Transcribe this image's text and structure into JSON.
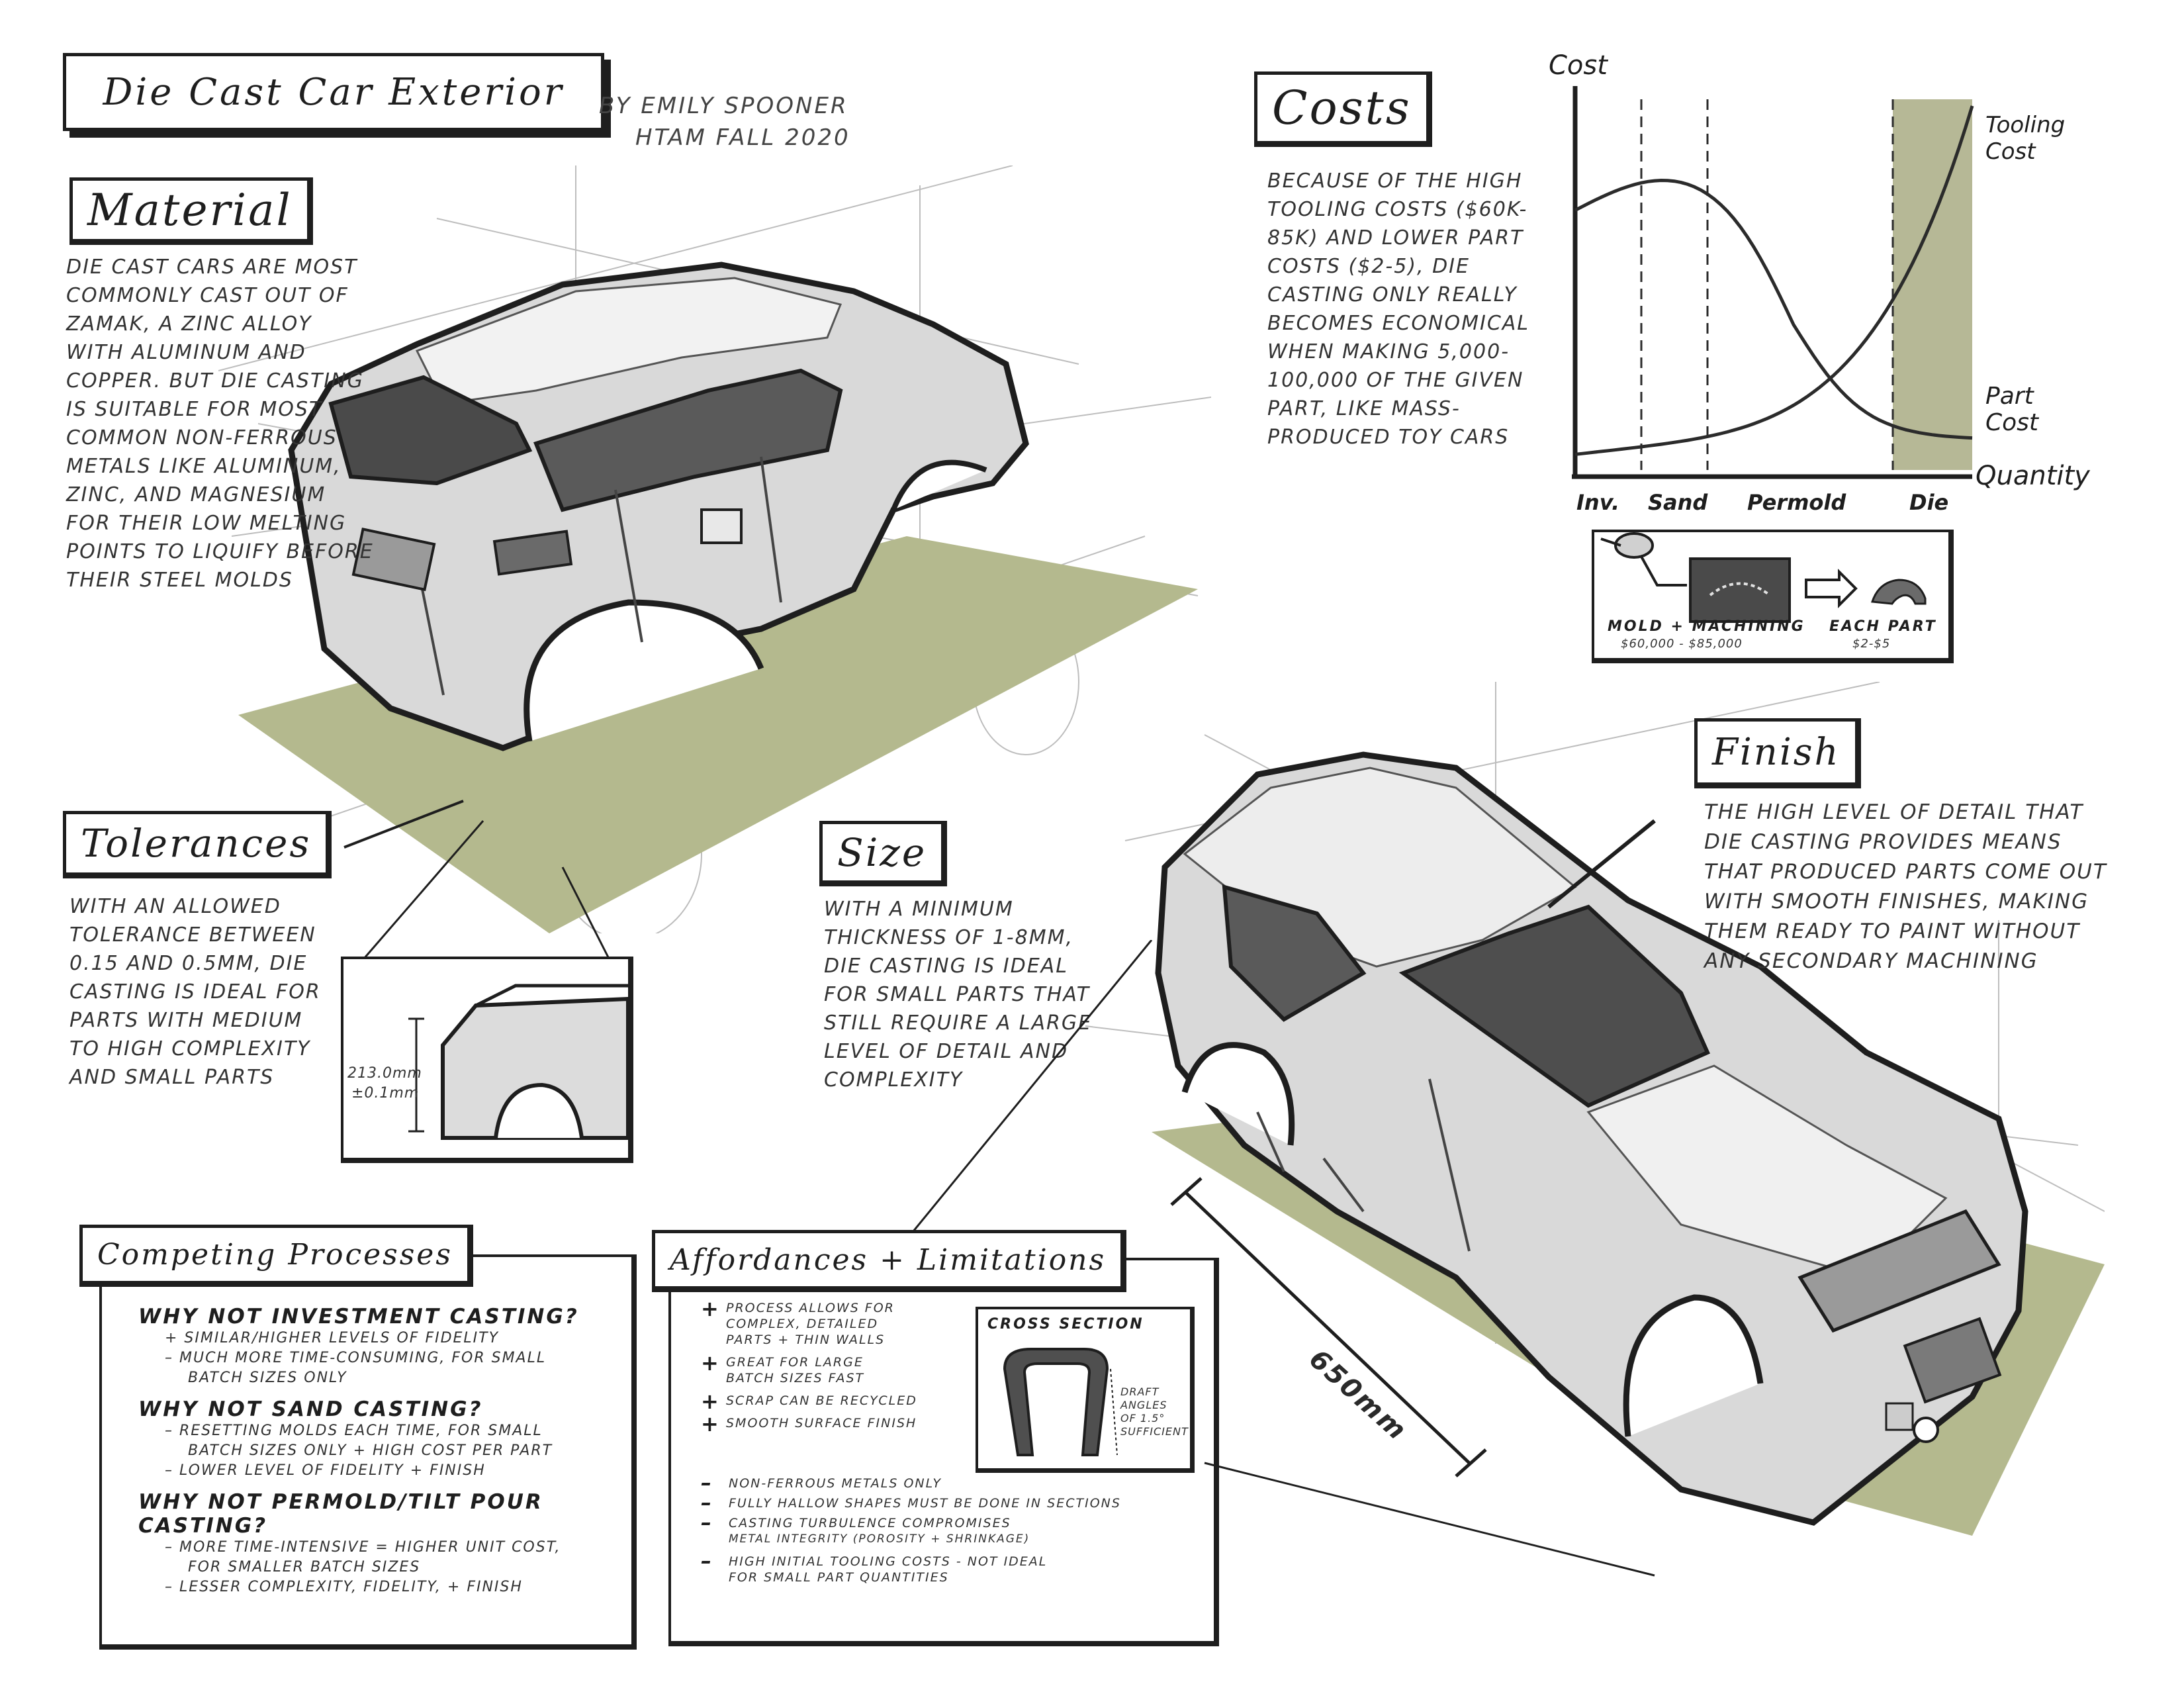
{
  "header": {
    "title": "Die Cast Car Exterior",
    "author": "By Emily Spooner",
    "course": "HTAM Fall 2020"
  },
  "material": {
    "heading": "Material",
    "text": "Die cast cars are most commonly cast out of Zamak, a zinc alloy with aluminum and copper. But die casting is suitable for most common non-ferrous metals like aluminum, zinc, and magnesium for their low melting points to liquify before their steel molds"
  },
  "tolerances": {
    "heading": "Tolerances",
    "text": "With an allowed tolerance between 0.15 and 0.5mm, die casting is ideal for parts with medium to high complexity and small parts",
    "dimension_value": "213.0mm",
    "dimension_tol": "±0.1mm"
  },
  "size": {
    "heading": "Size",
    "text": "With a minimum thickness of 1-8mm, die casting is ideal for small parts that still require a large level of detail and complexity"
  },
  "costs": {
    "heading": "Costs",
    "text": "Because of the high tooling costs ($60k-85k) and lower part costs ($2-5), die casting only really becomes economical when making 5,000-100,000 of the given part, like mass-produced toy cars"
  },
  "chart_data": {
    "type": "line",
    "ylabel": "Cost",
    "xlabel": "Quantity",
    "zones": [
      "Inv.",
      "Sand",
      "Permold",
      "Die"
    ],
    "series": [
      {
        "name": "Tooling Cost",
        "label_lines": [
          "Tooling",
          "Cost"
        ]
      },
      {
        "name": "Part Cost",
        "label_lines": [
          "Part",
          "Cost"
        ]
      }
    ],
    "colors": {
      "die_zone": "#b6b896",
      "line": "#2b2b2b"
    }
  },
  "process": {
    "mold_label": "Mold + Machining",
    "mold_cost": "$60,000 - $85,000",
    "part_label": "Each Part",
    "part_cost": "$2-$5"
  },
  "finish": {
    "heading": "Finish",
    "text": "The high level of detail that die casting provides means that produced parts come out with smooth finishes, making them ready to paint without any secondary machining"
  },
  "dimension_main": "650mm",
  "competing": {
    "heading": "Competing Processes",
    "groups": [
      {
        "q": "Why not investment casting?",
        "items": [
          "+ Similar/higher levels of fidelity",
          "– Much more time-consuming, for small",
          "batch sizes only"
        ]
      },
      {
        "q": "Why not sand casting?",
        "items": [
          "– Resetting molds each time, for small",
          "batch sizes only + high cost per part",
          "– Lower level of fidelity + finish"
        ]
      },
      {
        "q": "Why not permold/tilt pour casting?",
        "items": [
          "– More time-intensive = higher unit cost,",
          "for smaller batch sizes",
          "– Lesser complexity, fidelity, + finish"
        ]
      }
    ]
  },
  "affordances": {
    "heading": "Affordances + Limitations",
    "pros": [
      [
        "Process allows for",
        "complex, detailed",
        "parts + thin walls"
      ],
      [
        "Great for large",
        "batch sizes fast"
      ],
      [
        "Scrap can be recycled"
      ],
      [
        "Smooth surface finish"
      ]
    ],
    "cons": [
      [
        "Non-ferrous metals only"
      ],
      [
        "Fully hallow shapes must be done in sections"
      ],
      [
        "Casting turbulence compromises",
        "metal integrity (porosity + shrinkage)"
      ],
      [
        "High initial tooling costs - not ideal",
        "for small part quantities"
      ]
    ],
    "cross_section_label": "Cross Section",
    "draft_note": [
      "Draft",
      "angles",
      "of 1.5°",
      "sufficient"
    ]
  },
  "colors": {
    "ground": "#b4b98e",
    "glass": "#4a4a4a",
    "body": "#d9d9d9",
    "ink": "#1e1e1e"
  }
}
